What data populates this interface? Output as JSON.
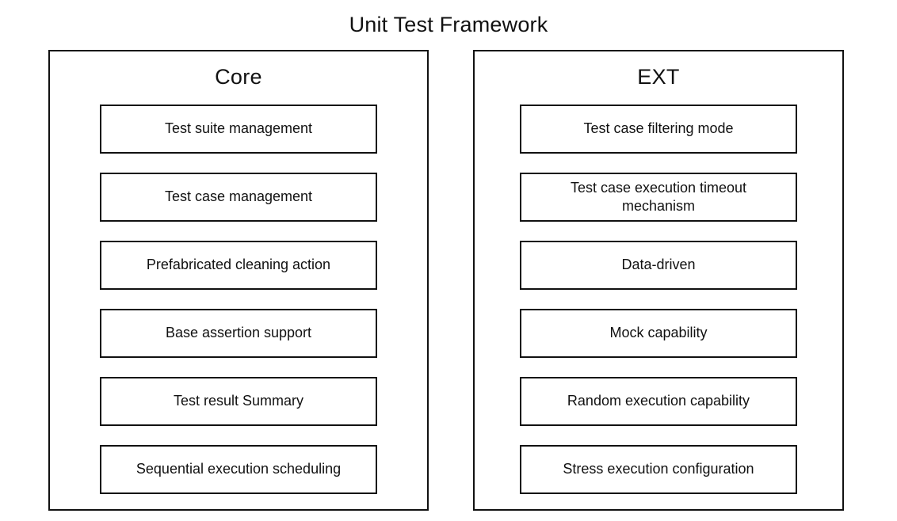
{
  "title": "Unit Test Framework",
  "columns": [
    {
      "id": "core",
      "header": "Core",
      "items": [
        "Test suite management",
        "Test case management",
        "Prefabricated cleaning action",
        "Base assertion support",
        "Test result Summary",
        "Sequential execution scheduling"
      ]
    },
    {
      "id": "ext",
      "header": "EXT",
      "items": [
        "Test case filtering mode",
        "Test case execution timeout mechanism",
        "Data-driven",
        "Mock capability",
        "Random execution capability",
        "Stress execution configuration"
      ]
    }
  ],
  "colors": {
    "border": "#111111",
    "text": "#111111",
    "background": "#ffffff"
  }
}
